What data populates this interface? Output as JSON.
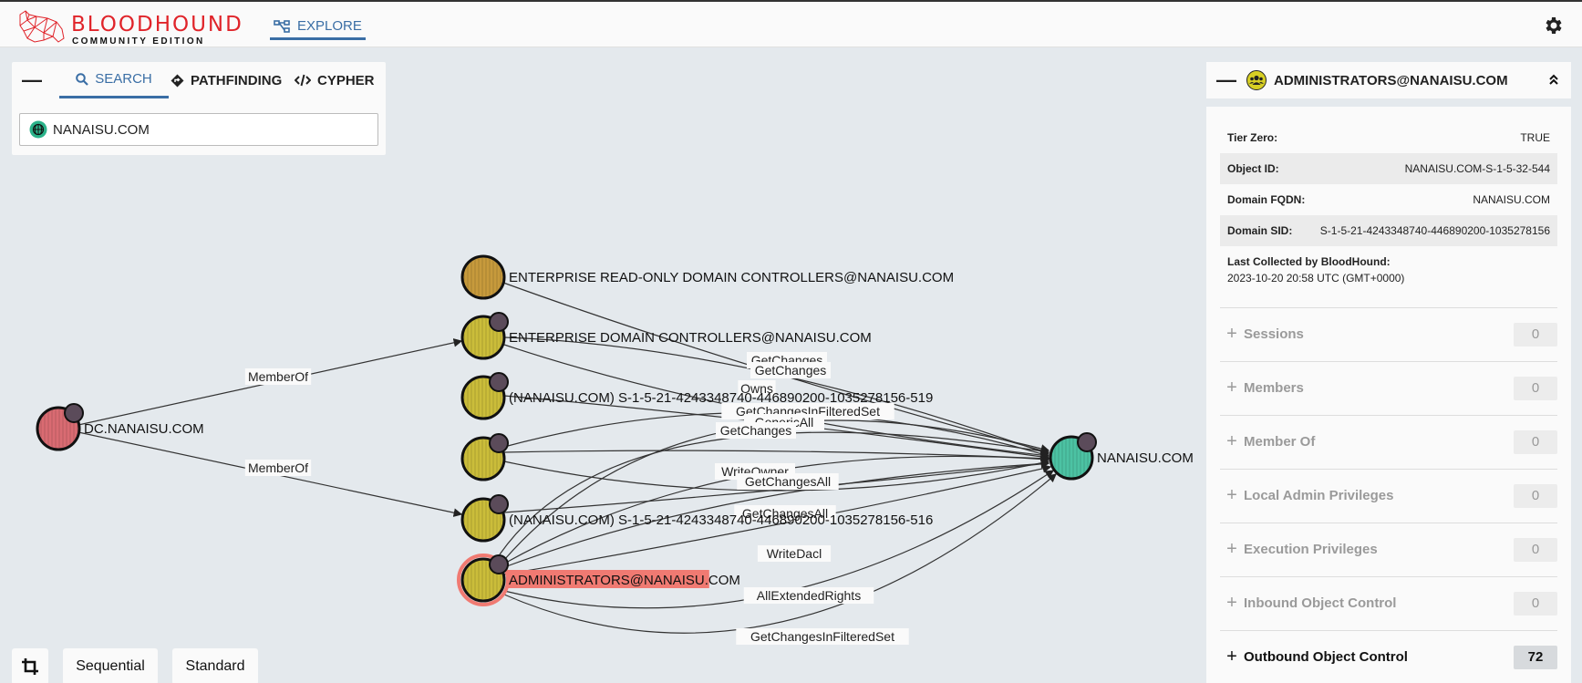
{
  "app": {
    "logo_title": "BLOODHOUND",
    "logo_subtitle": "COMMUNITY EDITION",
    "nav_explore": "EXPLORE",
    "settings_icon": "gear-icon"
  },
  "search_panel": {
    "tabs": [
      {
        "label": "SEARCH",
        "icon": "search-icon",
        "active": true
      },
      {
        "label": "PATHFINDING",
        "icon": "diamond-route-icon",
        "active": false
      },
      {
        "label": "CYPHER",
        "icon": "code-icon",
        "active": false
      }
    ],
    "search_value": "NANAISU.COM"
  },
  "graph": {
    "nodes": [
      {
        "id": "dc",
        "label": "DC.NANAISU.COM",
        "color": "#d96b72",
        "highlight": false
      },
      {
        "id": "erodc",
        "label": "ENTERPRISE READ-ONLY DOMAIN CONTROLLERS@NANAISU.COM",
        "color": "#c79a3c",
        "highlight": false
      },
      {
        "id": "edc",
        "label": "ENTERPRISE DOMAIN CONTROLLERS@NANAISU.COM",
        "color": "#cbbd3a",
        "highlight": false
      },
      {
        "id": "s519",
        "label": "(NANAISU.COM) S-1-5-21-4243348740-446890200-1035278156-519",
        "color": "#cbbd3a",
        "highlight": false
      },
      {
        "id": "unlabeled",
        "label": "",
        "color": "#cbbd3a",
        "highlight": false
      },
      {
        "id": "s516",
        "label": "(NANAISU.COM) S-1-5-21-4243348740-446890200-1035278156-516",
        "color": "#cbbd3a",
        "highlight": false
      },
      {
        "id": "admins",
        "label": "ADMINISTRATORS@NANAISU.COM",
        "color": "#cbbd3a",
        "highlight": true
      },
      {
        "id": "domain",
        "label": "NANAISU.COM",
        "color": "#4cc2a3",
        "highlight": false
      }
    ],
    "edges": [
      {
        "from": "dc",
        "to": "edc",
        "label": "MemberOf"
      },
      {
        "from": "dc",
        "to": "s516",
        "label": "MemberOf"
      },
      {
        "from": "erodc",
        "to": "domain",
        "label": "GetChanges"
      },
      {
        "from": "edc",
        "to": "domain",
        "label": "GetChanges"
      },
      {
        "from": "admins",
        "to": "domain",
        "label": "Owns"
      },
      {
        "from": "edc",
        "to": "domain",
        "label": "GetChangesInFilteredSet"
      },
      {
        "from": "s519",
        "to": "domain",
        "label": "GenericAll"
      },
      {
        "from": "unlabeled",
        "to": "domain",
        "label": "GetChanges"
      },
      {
        "from": "admins",
        "to": "domain",
        "label": "WriteOwner"
      },
      {
        "from": "unlabeled",
        "to": "domain",
        "label": "GetChangesAll"
      },
      {
        "from": "s516",
        "to": "domain",
        "label": "GetChangesAll"
      },
      {
        "from": "admins",
        "to": "domain",
        "label": "WriteDacl"
      },
      {
        "from": "admins",
        "to": "domain",
        "label": "AllExtendedRights"
      },
      {
        "from": "admins",
        "to": "domain",
        "label": "GetChangesInFilteredSet"
      }
    ]
  },
  "bottom_controls": {
    "crop_icon": "crop-icon",
    "layout_sequential": "Sequential",
    "layout_standard": "Standard"
  },
  "entity_panel": {
    "title": "ADMINISTRATORS@NANAISU.COM",
    "icon": "group-icon",
    "properties": [
      {
        "key": "Tier Zero:",
        "value": "TRUE"
      },
      {
        "key": "Object ID:",
        "value": "NANAISU.COM-S-1-5-32-544"
      },
      {
        "key": "Domain FQDN:",
        "value": "NANAISU.COM"
      },
      {
        "key": "Domain SID:",
        "value": "S-1-5-21-4243348740-446890200-1035278156"
      }
    ],
    "last_collected_label": "Last Collected by BloodHound:",
    "last_collected_value": "2023-10-20 20:58 UTC (GMT+0000)",
    "sections": [
      {
        "label": "Sessions",
        "count": "0",
        "active": false
      },
      {
        "label": "Members",
        "count": "0",
        "active": false
      },
      {
        "label": "Member Of",
        "count": "0",
        "active": false
      },
      {
        "label": "Local Admin Privileges",
        "count": "0",
        "active": false
      },
      {
        "label": "Execution Privileges",
        "count": "0",
        "active": false
      },
      {
        "label": "Inbound Object Control",
        "count": "0",
        "active": false
      },
      {
        "label": "Outbound Object Control",
        "count": "72",
        "active": true
      }
    ]
  }
}
